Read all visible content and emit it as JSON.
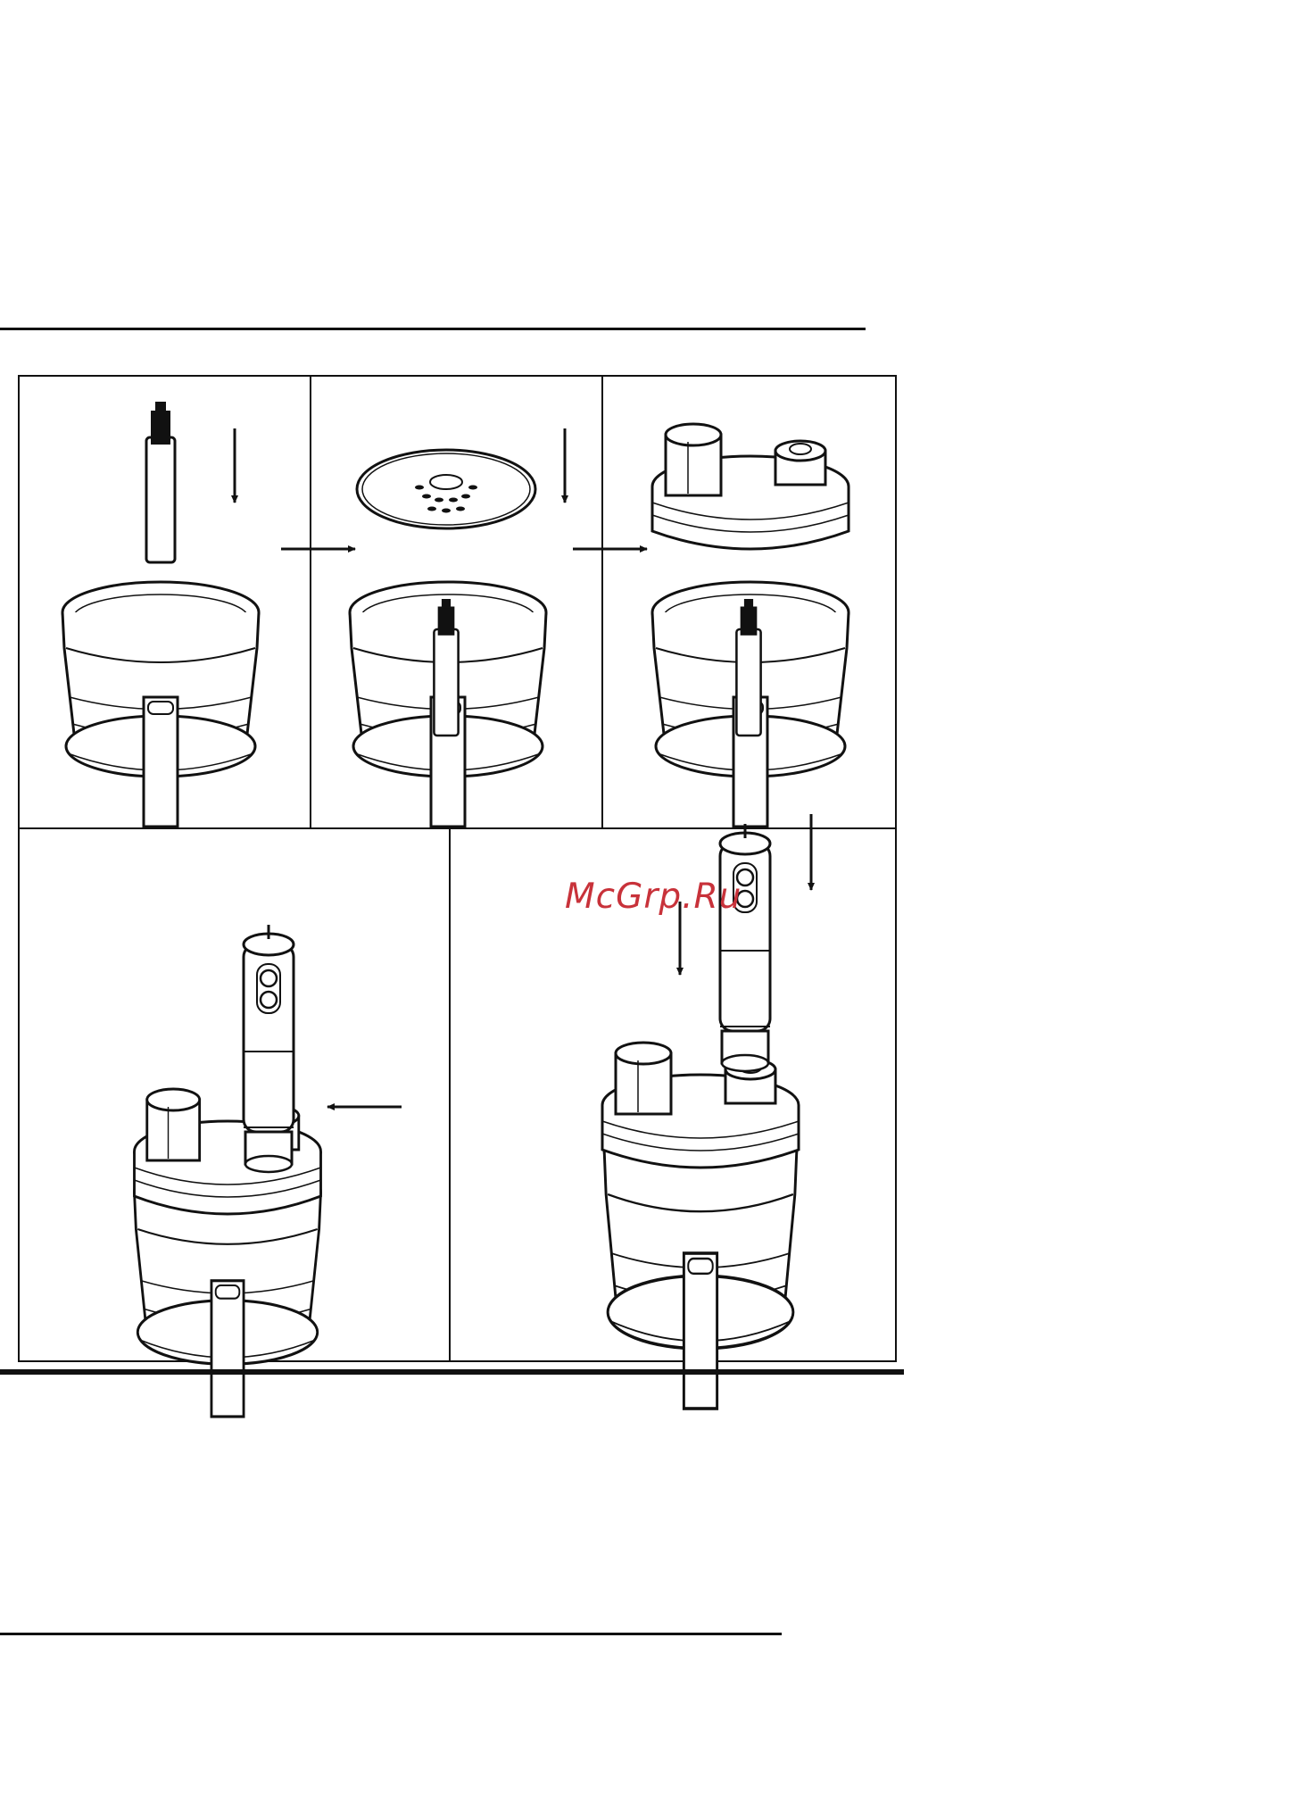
{
  "document": {
    "kind": "assembly-instruction-figure",
    "panels": [
      {
        "id": "step-1",
        "content": "chopper-bowl-with-spindle-being-inserted"
      },
      {
        "id": "step-2",
        "content": "slicing-disc-being-placed-on-spindle"
      },
      {
        "id": "step-3",
        "content": "lid-placed-on-bowl"
      },
      {
        "id": "step-4",
        "content": "motor-unit-attached-to-lid"
      },
      {
        "id": "step-5",
        "content": "motor-unit-inserted-into-lid"
      }
    ],
    "watermark": "McGrp.Ru"
  },
  "colors": {
    "line": "#111111",
    "watermark": "#c8323a",
    "background": "#ffffff"
  },
  "icons": [
    "down-arrow-icon",
    "right-arrow-icon",
    "left-arrow-icon"
  ]
}
